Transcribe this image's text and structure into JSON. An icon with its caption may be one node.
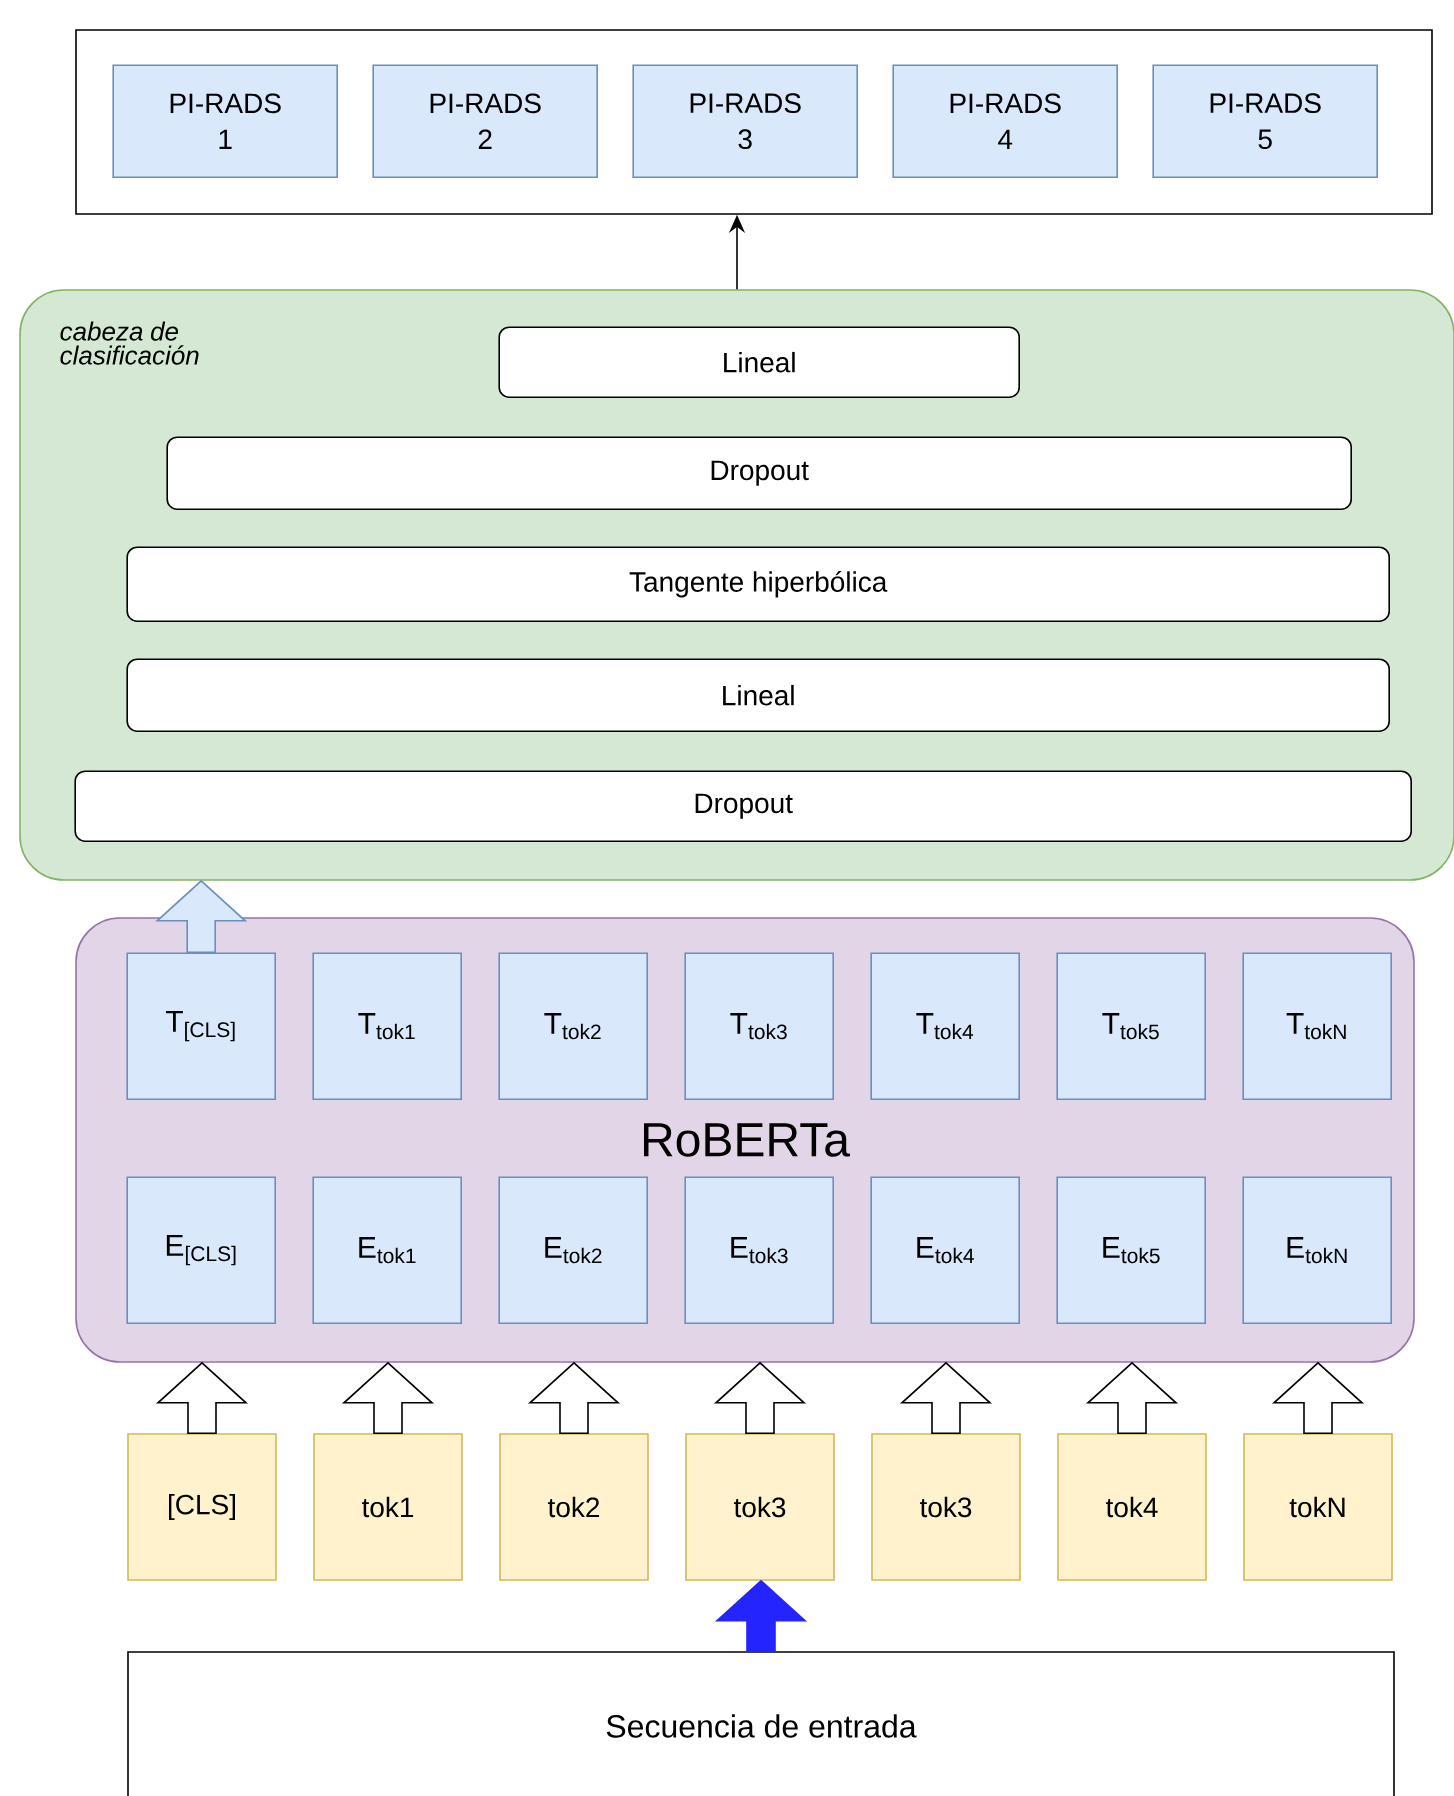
{
  "diagram": {
    "nodes": [
      {
        "text": [],
        "shape": "box"
      },
      {
        "text": [
          "PI-RADS 1"
        ],
        "in": 0
      },
      {
        "text": [
          "PI-RADS 2"
        ],
        "in": 0
      },
      {
        "text": [
          "PI-RADS 3"
        ],
        "in": 0
      },
      {
        "text": [
          "PI-RADS 4"
        ],
        "in": 0
      },
      {
        "text": [
          "PI-RADS 5"
        ],
        "in": 0
      },
      {
        "text": [
          "cabeza de clasificación"
        ]
      },
      {
        "text": [
          "Lineal"
        ],
        "in": 6
      },
      {
        "text": [
          "Dropout"
        ],
        "in": 6
      },
      {
        "text": [
          "Tangente hiperbólica"
        ],
        "in": 6
      },
      {
        "text": [
          "Lineal"
        ],
        "in": 6
      },
      {
        "text": [
          "Dropout"
        ],
        "in": 6
      },
      {
        "text": [
          "RoBERTa"
        ]
      },
      {
        "text": [
          "T$_{[CLS]}$"
        ],
        "in": 12
      },
      {
        "text": [
          "T$_{tok1}$"
        ],
        "in": 12
      },
      {
        "text": [
          "T$_{tok2}$"
        ],
        "in": 12
      },
      {
        "text": [
          "T$_{tok3}$"
        ],
        "in": 12
      },
      {
        "text": [
          "T$_{tok4}$"
        ],
        "in": 12
      },
      {
        "text": [
          "T$_{tok5}$"
        ],
        "in": 12
      },
      {
        "text": [
          "T$_{tokN}$"
        ],
        "in": 12
      },
      {
        "text": [
          "E$_{[CLS]}$"
        ],
        "in": 12
      },
      {
        "text": [
          "E$_{tok1}$"
        ],
        "in": 12
      },
      {
        "text": [
          "E$_{tok2}$"
        ],
        "in": 12
      },
      {
        "text": [
          "E$_{tok3}$"
        ],
        "in": 12
      },
      {
        "text": [
          "E$_{tok4}$"
        ],
        "in": 12
      },
      {
        "text": [
          "E$_{tok5}$"
        ],
        "in": 12
      },
      {
        "text": [
          "E$_{tokN}$"
        ],
        "in": 12
      },
      {
        "text": [
          "[CLS]"
        ]
      },
      {
        "text": [
          "tok1"
        ]
      },
      {
        "text": [
          "tok2"
        ]
      },
      {
        "text": [
          "tok3"
        ]
      },
      {
        "text": [
          "tok3"
        ]
      },
      {
        "text": [
          "tok4"
        ]
      },
      {
        "text": [
          "tokN"
        ]
      },
      {
        "text": [
          "Secuencia de entrada"
        ]
      }
    ],
    "edges": [
      {
        "from": 6,
        "to": 0,
        "arrow": "to"
      },
      {
        "from": 13,
        "to": 6,
        "arrow": "to",
        "style": "thick",
        "color": "#dae8fc"
      },
      {
        "from": 27,
        "to": 12,
        "arrow": "to",
        "style": "thick"
      },
      {
        "from": 28,
        "to": 12,
        "arrow": "to",
        "style": "thick"
      },
      {
        "from": 29,
        "to": 12,
        "arrow": "to",
        "style": "thick"
      },
      {
        "from": 30,
        "to": 12,
        "arrow": "to",
        "style": "thick"
      },
      {
        "from": 31,
        "to": 12,
        "arrow": "to",
        "style": "thick"
      },
      {
        "from": 32,
        "to": 12,
        "arrow": "to",
        "style": "thick"
      },
      {
        "from": 33,
        "to": 12,
        "arrow": "to",
        "style": "thick"
      },
      {
        "from": 34,
        "to": 30,
        "arrow": "to",
        "style": "thick",
        "color": "#2424ff"
      }
    ]
  }
}
